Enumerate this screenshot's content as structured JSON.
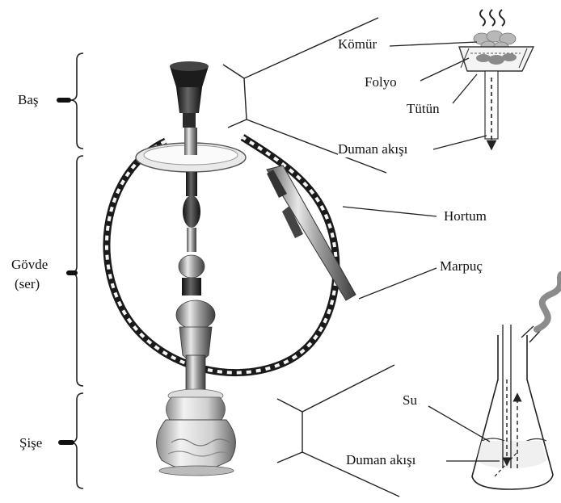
{
  "sections": {
    "head": "Baş",
    "body_line1": "Gövde",
    "body_line2": "(ser)",
    "bottle": "Şişe"
  },
  "parts": {
    "coal": "Kömür",
    "foil": "Folyo",
    "tobacco": "Tütün",
    "smoke_flow_top": "Duman akışı",
    "hose": "Hortum",
    "mouthpiece": "Marpuç",
    "water": "Su",
    "smoke_flow_bottom": "Duman akışı"
  }
}
